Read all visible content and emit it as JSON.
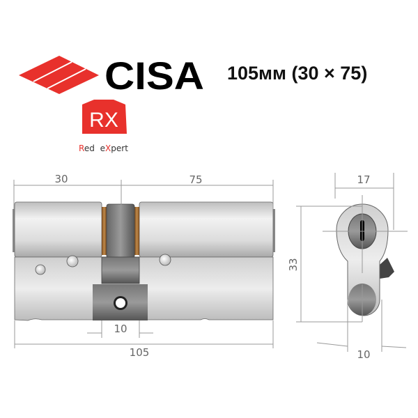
{
  "brand": {
    "name": "CISA",
    "badge": "RX",
    "badge_subtitle_prefix": "R",
    "badge_subtitle_1": "ed ",
    "badge_subtitle_x_pre": "e",
    "badge_subtitle_x": "X",
    "badge_subtitle_rest": "pert",
    "brand_color": "#e8312c"
  },
  "product": {
    "title": "105мм (30 × 75)"
  },
  "dimensions": {
    "left": "30",
    "right": "75",
    "total": "105",
    "cam": "10",
    "width": "17",
    "height": "33",
    "bottom": "10"
  }
}
